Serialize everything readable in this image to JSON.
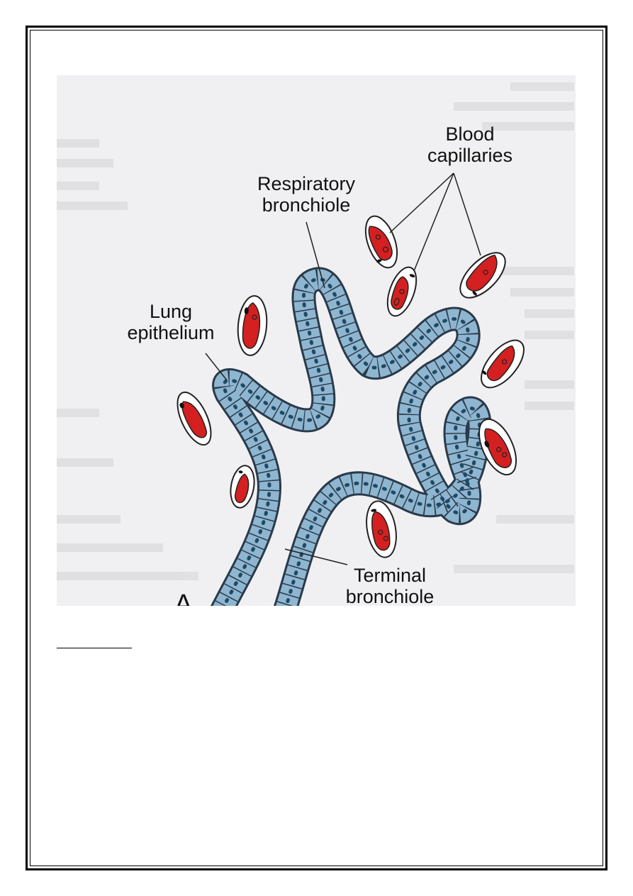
{
  "figure": {
    "labels": {
      "blood_line1": "Blood",
      "blood_line2": "capillaries",
      "resp_line1": "Respiratory",
      "resp_line2": "bronchiole",
      "lung_line1": "Lung",
      "lung_line2": "epithelium",
      "term_line1": "Terminal",
      "term_line2": "bronchiole",
      "panel_letter": "A"
    }
  },
  "colors": {
    "epithelium_cell": "#8fb6d0",
    "epithelium_outline": "#2a3a4a",
    "capillary_blood": "#d42020",
    "background": "#f0f0f3"
  }
}
